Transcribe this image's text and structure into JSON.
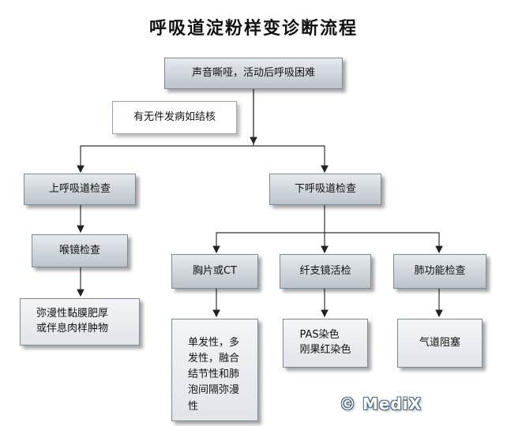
{
  "title": "呼吸道淀粉样变诊断流程",
  "nodes": {
    "symptom": "声音嘶哑，活动后呼吸困难",
    "tb_question": "有无件发病如结核",
    "upper_exam": "上呼吸道检查",
    "lower_exam": "下呼吸道检查",
    "laryngoscopy": "喉镜检查",
    "laryngo_result": "弥漫性黏膜肥厚\n或伴息肉样肿物",
    "chest_ct": "胸片或CT",
    "ct_result": "单发性，多\n发性，融合\n结节性和肺\n泡间隔弥漫\n性",
    "bronchoscopy": "纤支镜活检",
    "bronch_result": "PAS染色\n刚果红染色",
    "lung_function": "肺功能检查",
    "lung_result": "气道阻塞"
  },
  "watermark": "© MediX"
}
